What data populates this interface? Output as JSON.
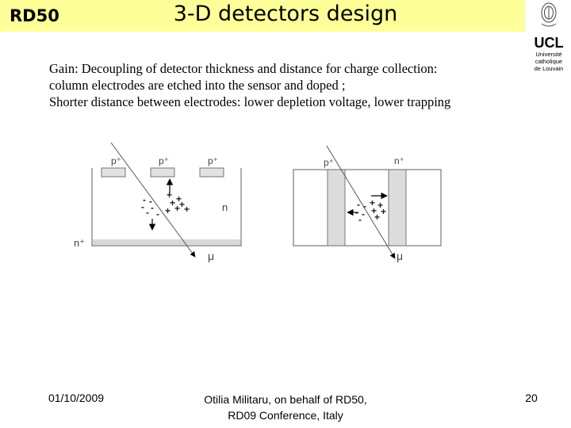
{
  "header": {
    "left_label": "RD50",
    "title": "3-D detectors design"
  },
  "logo": {
    "name": "UCL",
    "subtitle_lines": [
      "Université",
      "catholique",
      "de Louvain"
    ]
  },
  "body": {
    "gain_label": "Gain",
    "gain_line1_rest": ": Decoupling of detector thickness and distance for charge collection:",
    "gain_line2": "column electrodes are etched into the sensor and doped ;",
    "gain_line3": "Shorter distance between electrodes: lower depletion voltage, lower trapping"
  },
  "diagram": {
    "planar": {
      "electrode_labels": [
        "p⁺",
        "p⁺",
        "p⁺"
      ],
      "bulk_label": "n",
      "backside_label": "n⁺",
      "particle_label": "μ",
      "holes": "+ + + + + + +",
      "electrons": "- - - - - -"
    },
    "three_d": {
      "left_electrode_label": "p⁺",
      "right_electrode_label": "n⁺",
      "particle_label": "μ",
      "holes": "+ + + + +",
      "electrons": "- - - - -"
    }
  },
  "footer": {
    "date": "01/10/2009",
    "center_line1": "Otilia Militaru, on behalf of RD50,",
    "center_line2": "RD09 Conference, Italy",
    "page": "20"
  }
}
